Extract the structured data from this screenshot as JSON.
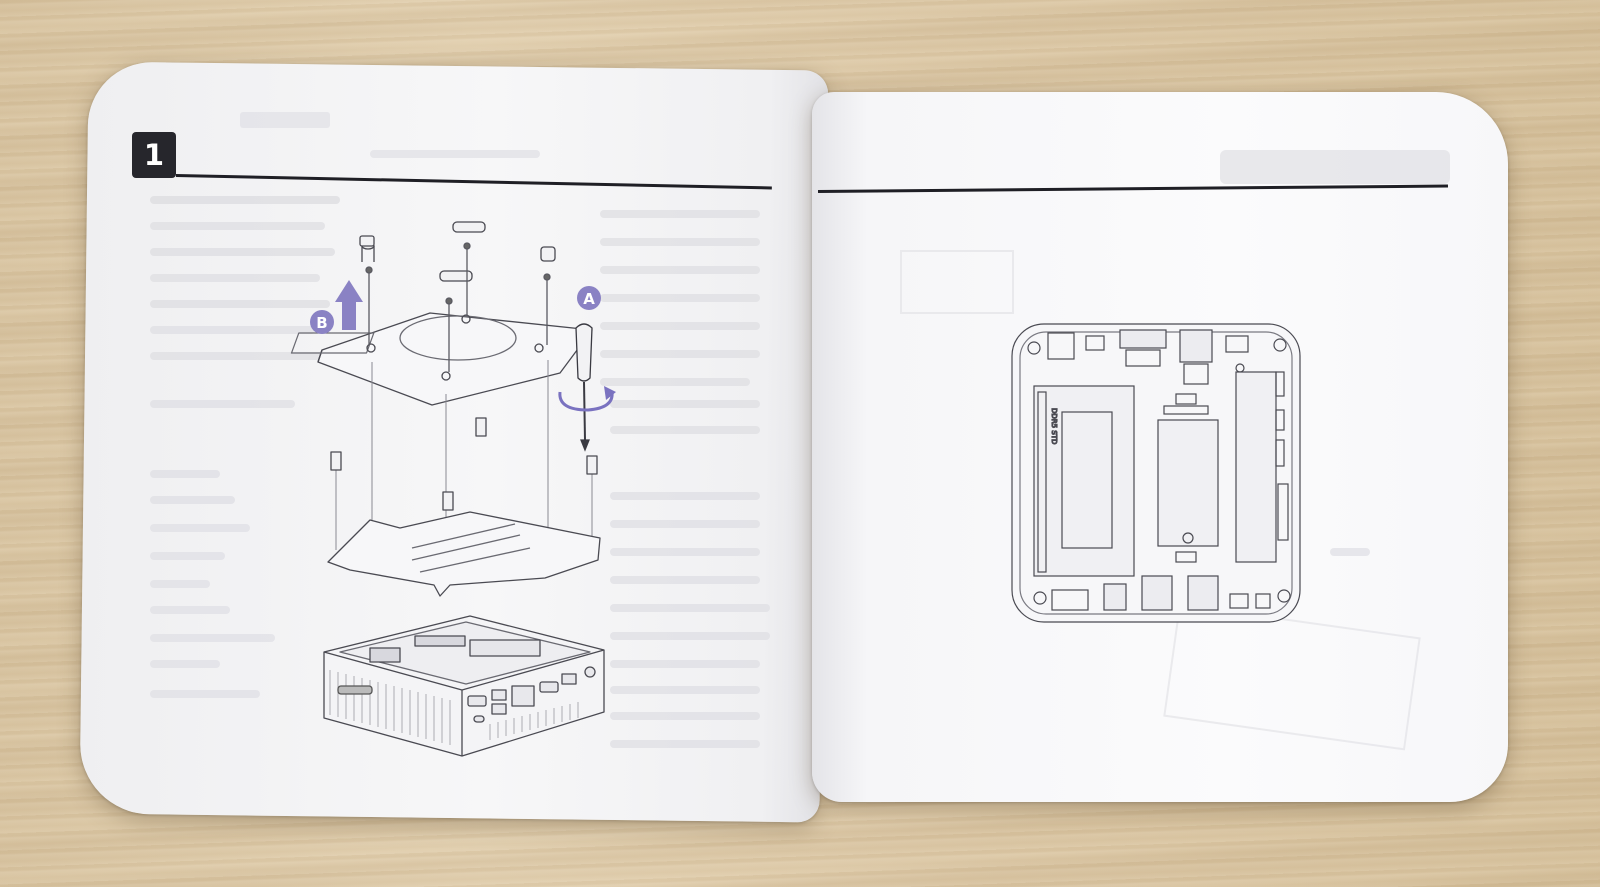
{
  "manual": {
    "left_page": {
      "step_number": "1",
      "callouts": [
        "A",
        "B"
      ]
    },
    "right_page": {
      "board_labels": [
        "DDR5 STD"
      ]
    }
  },
  "colors": {
    "callout": "#8a82c4",
    "rule": "#1f1f25",
    "line_art": "#4a4a52"
  },
  "icons": [
    "screwdriver-icon",
    "rotate-arrow-icon",
    "lift-arrow-icon"
  ]
}
